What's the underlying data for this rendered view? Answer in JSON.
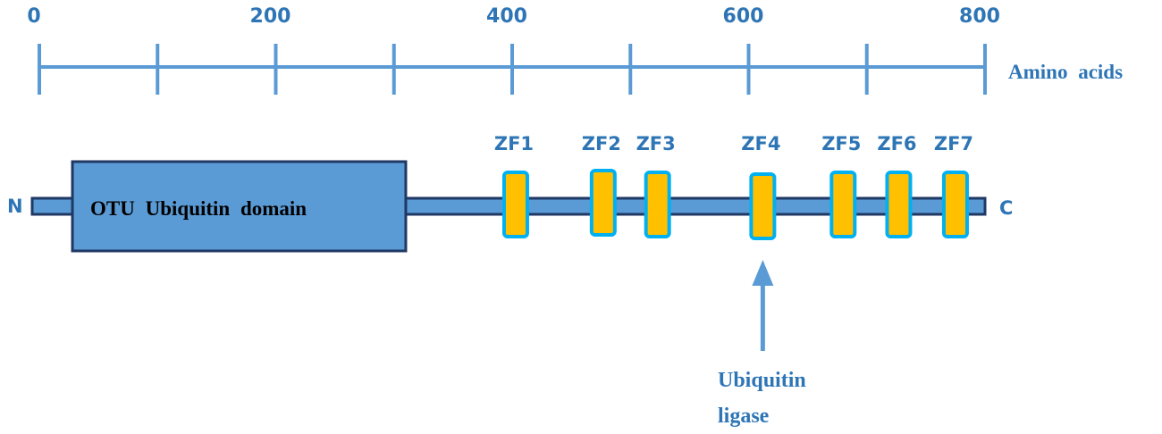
{
  "colors": {
    "axis": "#5b9bd5",
    "label_blue": "#2e75b6",
    "backbone_fill": "#5b9bd5",
    "backbone_stroke": "#1f3864",
    "domain_fill": "#5b9bd5",
    "domain_stroke": "#1f3864",
    "zf_fill": "#ffc000",
    "zf_stroke": "#00b0f0",
    "arrow": "#5b9bd5",
    "domain_text": "#000000"
  },
  "scale": {
    "unit_label": "Amino acids",
    "min": 0,
    "max": 800,
    "labeled_ticks": [
      {
        "value": 0,
        "label": "0"
      },
      {
        "value": 200,
        "label": "200"
      },
      {
        "value": 400,
        "label": "400"
      },
      {
        "value": 600,
        "label": "600"
      },
      {
        "value": 800,
        "label": "800"
      }
    ],
    "ticks": [
      0,
      100,
      200,
      300,
      400,
      500,
      600,
      700,
      800
    ]
  },
  "protein": {
    "n_terminus": "N",
    "c_terminus": "C",
    "start": 0,
    "end": 800,
    "domain": {
      "label": "OTU Ubiquitin domain",
      "start": 28,
      "end": 310
    },
    "zinc_fingers": [
      {
        "label": "ZF1",
        "position": 403
      },
      {
        "label": "ZF2",
        "position": 477
      },
      {
        "label": "ZF3",
        "position": 523
      },
      {
        "label": "ZF4",
        "position": 612
      },
      {
        "label": "ZF5",
        "position": 680
      },
      {
        "label": "ZF6",
        "position": 727
      },
      {
        "label": "ZF7",
        "position": 775
      }
    ]
  },
  "annotation": {
    "target": "ZF4",
    "line1": "Ubiquitin",
    "line2": "ligase"
  }
}
